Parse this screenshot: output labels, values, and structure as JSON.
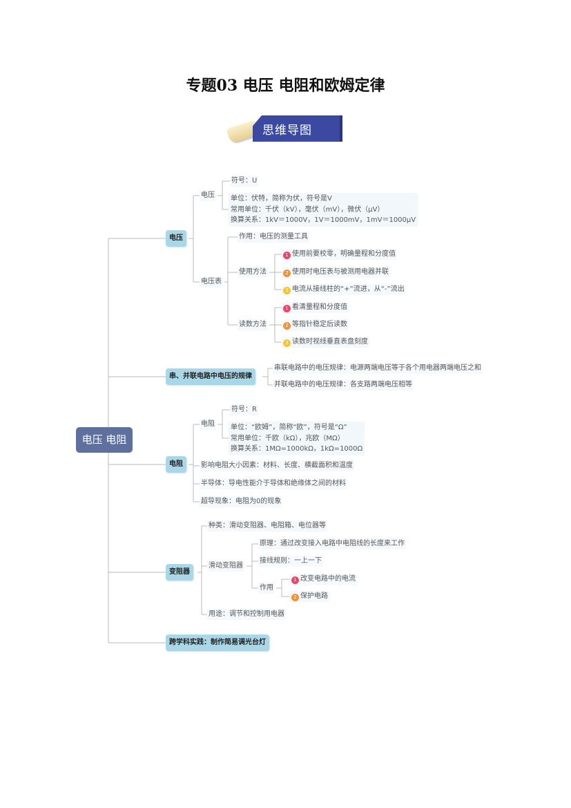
{
  "title": "专题03  电压  电阻和欧姆定律",
  "banner": "思维导图",
  "colors": {
    "root": "#5f6f9e",
    "level1": "#a9d7e8",
    "badge1": "#e8476b",
    "badge2": "#f0923a",
    "badge3": "#f5c338",
    "banner": "#3b4aa0"
  },
  "root": "电压 电阻",
  "voltage": {
    "label": "电压",
    "sub": {
      "label": "电压",
      "symbol": "符号：U",
      "unit": "单位：伏特，简称为伏，符号是V",
      "common": "常用单位：千伏（kV），毫伏（mV），微伏（μV）",
      "conversion": "换算关系：1kV＝1000V，1V＝1000mV，1mV＝1000μV"
    },
    "meter": {
      "label": "电压表",
      "function": "作用：电压的测量工具",
      "usage": {
        "label": "使用方法",
        "items": [
          {
            "n": "1",
            "text": "使用前要校零，明确量程和分度值"
          },
          {
            "n": "2",
            "text": "使用时电压表与被测用电器并联"
          },
          {
            "n": "3",
            "text": "电流从接线柱的“+”流进，从“-”流出"
          }
        ]
      },
      "reading": {
        "label": "读数方法",
        "items": [
          {
            "n": "1",
            "text": "看清量程和分度值"
          },
          {
            "n": "2",
            "text": "等指针稳定后读数"
          },
          {
            "n": "3",
            "text": "读数时视线垂直表盘刻度"
          }
        ]
      }
    }
  },
  "series_parallel": {
    "label": "串、并联电路中电压的规律",
    "series": "串联电路中的电压规律：电源两端电压等于各个用电器两端电压之和",
    "parallel": "并联电路中的电压规律：各支路两端电压相等"
  },
  "resistance": {
    "label": "电阻",
    "sub": {
      "label": "电阻",
      "symbol": "符号：R",
      "unit": "单位：“欧姆”，简称“欧”，符号是“Ω”",
      "common": "常用单位：千欧（kΩ），兆欧（MΩ）",
      "conversion": "换算关系：1MΩ=1000kΩ，1kΩ=1000Ω"
    },
    "factors": "影响电阻大小因素：材料、长度、横截面积和温度",
    "semiconductor": "半导体：导电性能介于导体和绝缘体之间的材料",
    "superconductor": "超导现象：电阻为0的现象"
  },
  "rheostat": {
    "label": "变阻器",
    "types": "种类：滑动变阻器、电阻箱、电位器等",
    "slide": {
      "label": "滑动变阻器",
      "principle": "原理：通过改变接入电路中电阻线的长度来工作",
      "wiring": "接线规则：一上一下",
      "function": {
        "label": "作用",
        "items": [
          {
            "n": "1",
            "text": "改变电路中的电流"
          },
          {
            "n": "2",
            "text": "保护电路"
          }
        ]
      }
    },
    "use": "用途：调节和控制用电器"
  },
  "practice": "跨学科实践：制作简易调光台灯"
}
